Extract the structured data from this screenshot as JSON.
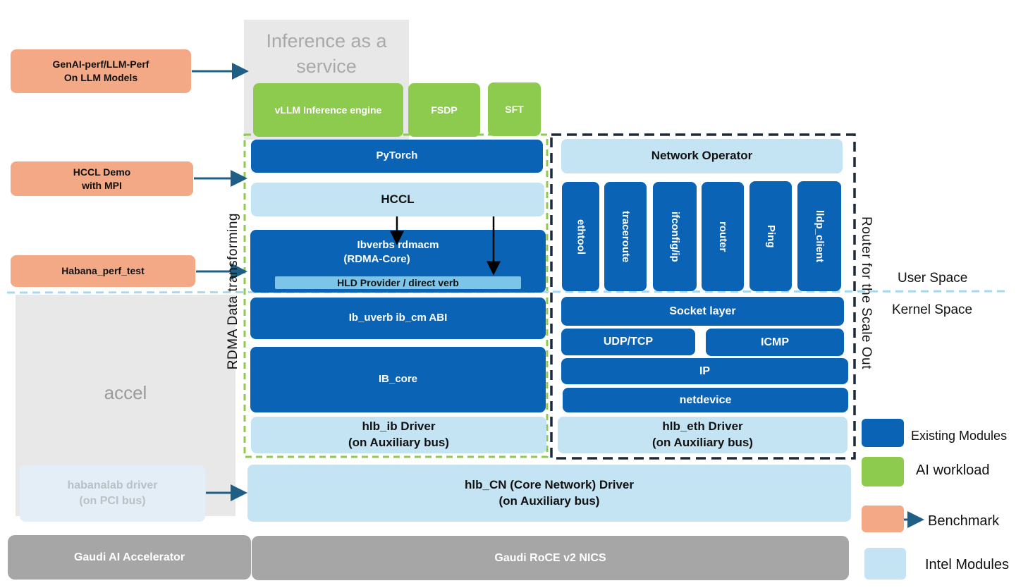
{
  "inference": {
    "label": "Inference as a service"
  },
  "accel": {
    "label": "accel"
  },
  "workloads": {
    "vllm": "vLLM Inference engine",
    "fsdp": "FSDP",
    "sft": "SFT"
  },
  "benchmarks": {
    "genai_line1": "GenAI-perf/LLM-Perf",
    "genai_line2": "On LLM Models",
    "hccl_demo_line1": "HCCL Demo",
    "hccl_demo_line2": "with MPI",
    "habana_perf": "Habana_perf_test"
  },
  "rdma_stack": {
    "pytorch": "PyTorch",
    "hccl": "HCCL",
    "ibverbs_line1": "Ibverbs rdmacm",
    "ibverbs_line2": "(RDMA-Core)",
    "hld_provider": "HLD Provider / direct verb",
    "ib_uverb": "Ib_uverb ib_cm ABI",
    "ib_core": "IB_core",
    "hlb_ib_line1": "hlb_ib Driver",
    "hlb_ib_line2": "(on Auxiliary bus)"
  },
  "net_stack": {
    "network_operator": "Network Operator",
    "tools": [
      "ethtool",
      "traceroute",
      "ifconfig/ip",
      "router",
      "Ping",
      "lldp_client"
    ],
    "socket_layer": "Socket layer",
    "udp_tcp": "UDP/TCP",
    "icmp": "ICMP",
    "ip": "IP",
    "netdevice": "netdevice",
    "hlb_eth_line1": "hlb_eth Driver",
    "hlb_eth_line2": "(on Auxiliary bus)"
  },
  "habanalab": {
    "line1": "habanalab driver",
    "line2": "(on PCI bus)"
  },
  "hlb_cn": {
    "line1": "hlb_CN (Core Network) Driver",
    "line2": "(on Auxiliary bus)"
  },
  "hardware": {
    "accelerator": "Gaudi AI Accelerator",
    "nics": "Gaudi RoCE v2 NICS"
  },
  "labels": {
    "rdma_transform": "RDMA Data transforming",
    "router_scale_out": "Router for the Scale Out",
    "user_space": "User Space",
    "kernel_space": "Kernel Space"
  },
  "legend": [
    {
      "label": "Existing Modules",
      "color": "#0a63b5"
    },
    {
      "label": "AI workload",
      "color": "#8dcb4f"
    },
    {
      "label": "Benchmark",
      "color": "#f3a985"
    },
    {
      "label": "Intel Modules",
      "color": "#c4e4f4"
    }
  ],
  "colors": {
    "existing": "#0a63b5",
    "intel": "#c4e4f4",
    "ai_workload": "#8dcb4f",
    "benchmark": "#f3a985",
    "hardware": "#a6a6a6",
    "arrow": "#1f5f86",
    "divider": "#a8d8ee"
  }
}
